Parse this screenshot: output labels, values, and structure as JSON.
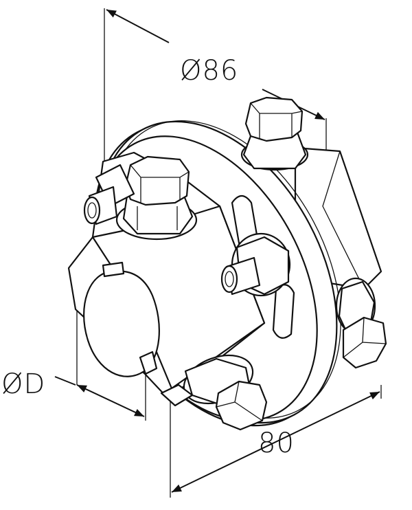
{
  "dimensions": {
    "outer_diameter": "Ø86",
    "bore_diameter": "ØD",
    "length": "80"
  }
}
